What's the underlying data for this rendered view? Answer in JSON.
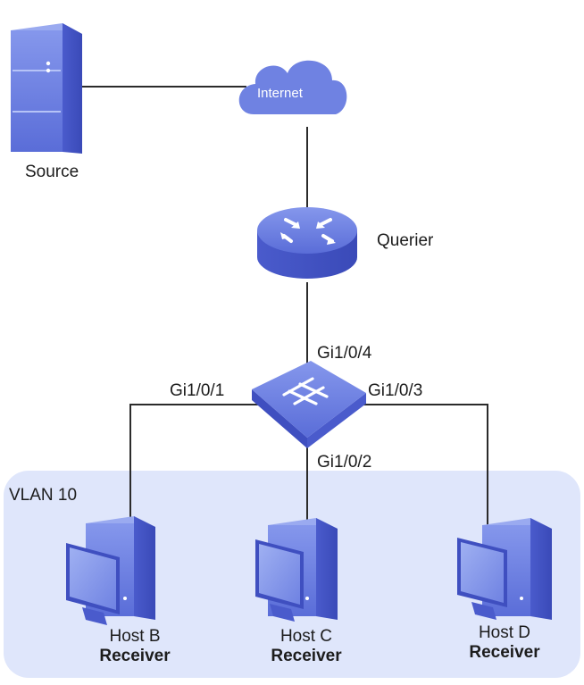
{
  "labels": {
    "source": "Source",
    "internet": "Internet",
    "querier": "Querier",
    "vlan": "VLAN 10",
    "port_uplink": "Gi1/0/4",
    "port_left": "Gi1/0/1",
    "port_right": "Gi1/0/3",
    "port_down": "Gi1/0/2"
  },
  "hosts": [
    {
      "name": "Host B",
      "role": "Receiver"
    },
    {
      "name": "Host C",
      "role": "Receiver"
    },
    {
      "name": "Host D",
      "role": "Receiver"
    }
  ],
  "colors": {
    "device_light": "#7d90e8",
    "device_mid": "#5669d6",
    "device_dark": "#3f4fc0",
    "vlan_fill": "#dfe6fb",
    "line": "#2b2b2b"
  }
}
